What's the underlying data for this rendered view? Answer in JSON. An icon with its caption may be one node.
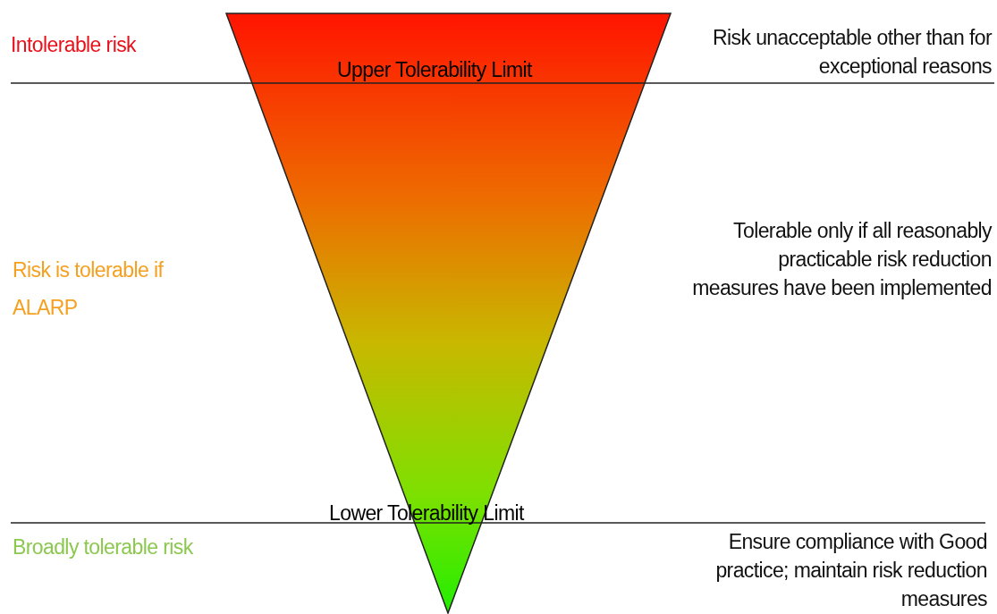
{
  "diagram": {
    "labels": [
      "Intolerable risk",
      "Upper Tolerability Limit",
      "Risk unacceptable other than for exceptional reasons",
      "Risk is tolerable if ALARP",
      "Tolerable only if all reasonably practicable risk reduction measures have been implemented",
      "Lower Tolerability Limit",
      "Broadly tolerable risk",
      "Ensure compliance with Good practice; maintain risk reduction measures"
    ]
  }
}
